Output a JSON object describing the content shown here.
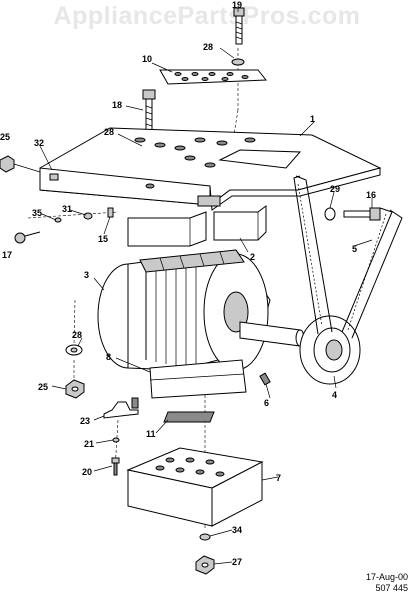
{
  "watermark": "AppliancePartsPros.com",
  "footer": {
    "date": "17-Aug-00",
    "code": "507 445"
  },
  "callouts": {
    "c19": "19",
    "c28a": "28",
    "c10": "10",
    "c18": "18",
    "c28b": "28",
    "c1": "1",
    "c25a": "25",
    "c32": "32",
    "c29": "29",
    "c16": "16",
    "c31": "31",
    "c35": "35",
    "c15": "15",
    "c17": "17",
    "c2": "2",
    "c5": "5",
    "c3": "3",
    "c28c": "28",
    "c8": "8",
    "c25b": "25",
    "c6": "6",
    "c4": "4",
    "c23": "23",
    "c11": "11",
    "c21": "21",
    "c20": "20",
    "c7": "7",
    "c34": "34",
    "c27": "27"
  }
}
